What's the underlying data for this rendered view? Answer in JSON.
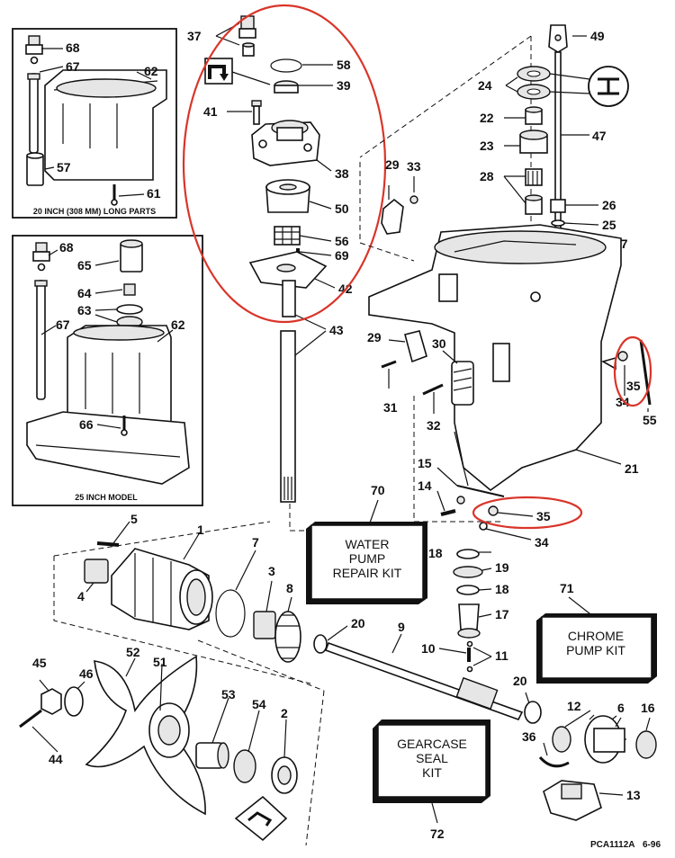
{
  "callouts": {
    "c1": "1",
    "c2": "2",
    "c3": "3",
    "c4": "4",
    "c5": "5",
    "c6": "6",
    "c7": "7",
    "c8": "8",
    "c9": "9",
    "c10": "10",
    "c11": "11",
    "c12": "12",
    "c13": "13",
    "c14": "14",
    "c15": "15",
    "c16": "16",
    "c17": "17",
    "c18a": "18",
    "c18b": "18",
    "c19": "19",
    "c20a": "20",
    "c20b": "20",
    "c21": "21",
    "c22": "22",
    "c23": "23",
    "c24": "24",
    "c25": "25",
    "c26": "26",
    "c27": "27",
    "c28": "28",
    "c29a": "29",
    "c29b": "29",
    "c30": "30",
    "c31": "31",
    "c32": "32",
    "c33": "33",
    "c34a": "34",
    "c34b": "34",
    "c35a": "35",
    "c35b": "35",
    "c36": "36",
    "c37": "37",
    "c38": "38",
    "c39": "39",
    "c41": "41",
    "c42": "42",
    "c43": "43",
    "c44": "44",
    "c45": "45",
    "c46": "46",
    "c47": "47",
    "c49": "49",
    "c50": "50",
    "c51": "51",
    "c52": "52",
    "c53": "53",
    "c54": "54",
    "c55": "55",
    "c56": "56",
    "c57": "57",
    "c58": "58",
    "c61": "61",
    "c62a": "62",
    "c62b": "62",
    "c63": "63",
    "c64": "64",
    "c65": "65",
    "c66": "66",
    "c67a": "67",
    "c67b": "67",
    "c68a": "68",
    "c68b": "68",
    "c69": "69",
    "c70": "70",
    "c71": "71",
    "c72": "72"
  },
  "insets": {
    "top_caption": "20 INCH (308 MM) LONG PARTS",
    "bottom_caption": "25 INCH MODEL"
  },
  "kits": {
    "water_pump": [
      "WATER",
      "PUMP",
      "REPAIR KIT"
    ],
    "chrome_pump": [
      "CHROME",
      "PUMP KIT"
    ],
    "gearcase_seal": [
      "GEARCASE",
      "SEAL",
      "KIT"
    ]
  },
  "footer": {
    "code": "PCA1112A",
    "date": "6-96"
  },
  "colors": {
    "highlight": "#d9352a",
    "ink": "#111111"
  }
}
